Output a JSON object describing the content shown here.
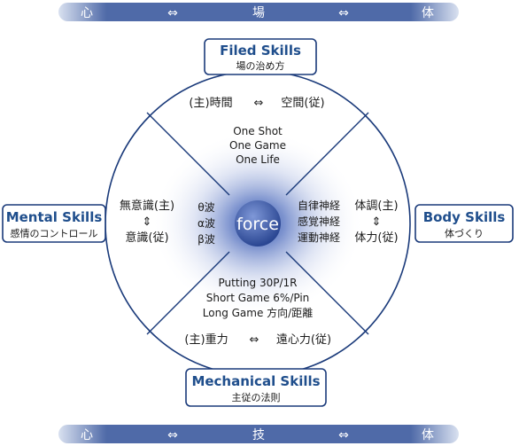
{
  "top_bar": {
    "items": [
      "心",
      "⇔",
      "場",
      "⇔",
      "体"
    ]
  },
  "bottom_bar": {
    "items": [
      "心",
      "⇔",
      "技",
      "⇔",
      "体"
    ]
  },
  "skills": {
    "filed": {
      "title": "Filed Skills",
      "subtitle": "場の治め方"
    },
    "mental": {
      "title": "Mental Skills",
      "subtitle": "感情のコントロール"
    },
    "body": {
      "title": "Body Skills",
      "subtitle": "体づくり"
    },
    "mechanical": {
      "title": "Mechanical Skills",
      "subtitle": "主従の法則"
    }
  },
  "top_quadrant": {
    "relation": [
      "(主)時間",
      "⇔",
      "空間(従)"
    ],
    "lines": [
      "One Shot",
      "One Game",
      "One Life"
    ]
  },
  "left_quadrant": {
    "relation": [
      "無意識(主)",
      "⇕",
      "意識(従)"
    ],
    "waves": [
      "θ波",
      "α波",
      "β波"
    ]
  },
  "right_quadrant": {
    "nerves": [
      "自律神経",
      "感覚神経",
      "運動神経"
    ],
    "relation": [
      "体調(主)",
      "⇕",
      "体力(従)"
    ]
  },
  "bottom_quadrant": {
    "lines": [
      "Putting 30P/1R",
      "Short Game 6%/Pin",
      "Long Game 方向/距離"
    ],
    "relation": [
      "(主)重力",
      "⇔",
      "遠心力(従)"
    ]
  },
  "center": {
    "label": "force"
  },
  "colors": {
    "accent": "#2a4f9c",
    "bar": "#3f5f9f",
    "border": "#1a3a7a"
  }
}
